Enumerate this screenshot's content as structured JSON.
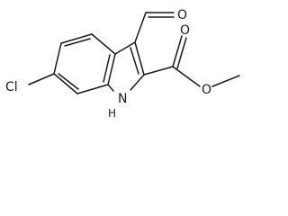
{
  "molecule": {
    "atoms": {
      "chlorine": "Cl",
      "aldehyde_oxygen": "O",
      "carbonyl_oxygen": "O",
      "ester_oxygen": "O",
      "ring_nitrogen": "N",
      "nh_hydrogen": "H"
    }
  }
}
